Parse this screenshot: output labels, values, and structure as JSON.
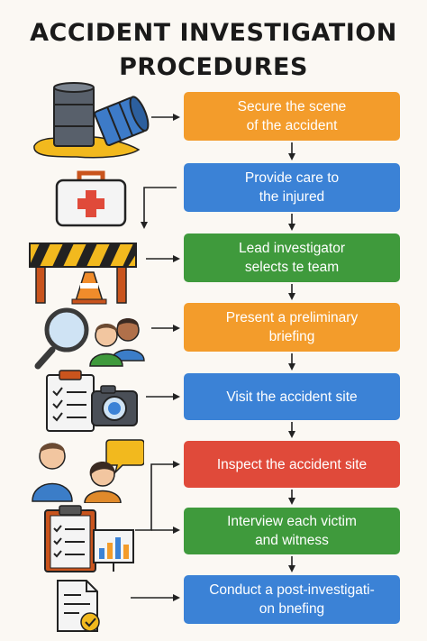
{
  "title_line1": "ACCIDENT INVESTIGATION",
  "title_line2": "PROCEDURES",
  "steps": [
    {
      "label": "Secure the scene\nof the accident",
      "color": "#f39c2b"
    },
    {
      "label": "Provide care to\nthe injured",
      "color": "#3b82d6"
    },
    {
      "label": "Lead investigator\nselects te team",
      "color": "#3f9a3c"
    },
    {
      "label": "Present a preliminary\nbriefing",
      "color": "#f39c2b"
    },
    {
      "label": "Visit the accident site",
      "color": "#3b82d6"
    },
    {
      "label": "Inspect the accident site",
      "color": "#e04a3a"
    },
    {
      "label": "Interview each victim\nand witness",
      "color": "#3f9a3c"
    },
    {
      "label": "Conduct a post-investigati-\non bnefing",
      "color": "#3b82d6"
    }
  ],
  "icons": [
    "oil-barrels-icon",
    "first-aid-kit-icon",
    "barricade-cone-icon",
    "magnifier-people-icon",
    "checklist-camera-icon",
    "people-speech-icon",
    "clipboard-chart-icon",
    "document-check-icon"
  ]
}
